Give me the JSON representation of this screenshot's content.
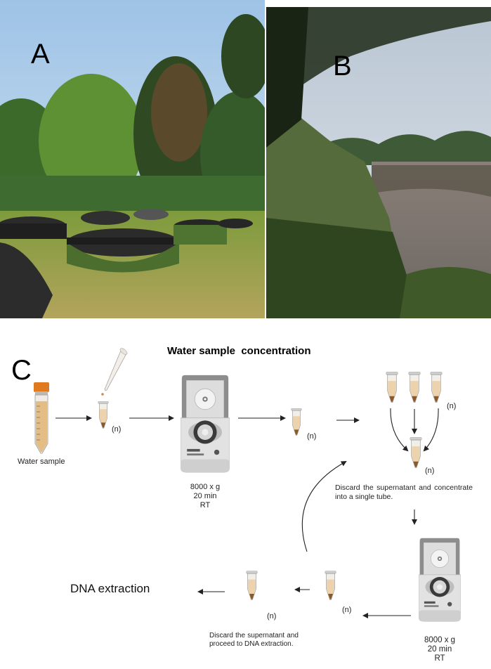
{
  "panels": {
    "a_label": "A",
    "b_label": "B",
    "c_label": "C"
  },
  "diagram": {
    "title": "Water sample  concentration",
    "water_sample_label": "Water sample",
    "n_label": "(n)",
    "centrifuge_1": {
      "speed": "8000 x g",
      "time": "20 min",
      "temp": "RT"
    },
    "centrifuge_2": {
      "speed": "8000 x g",
      "time": "20 min",
      "temp": "RT"
    },
    "step_concentrate": "Discard the supernatant and concentrate into a single tube.",
    "step_discard": "Discard the supernatant and proceed to DNA extraction.",
    "final_label": "DNA extraction"
  },
  "colors": {
    "tube_cap": "#e07a20",
    "sample_liquid": "#e8c79a",
    "pellet": "#8a5a2b",
    "arrow": "#222222",
    "centrifuge_body": "#dcdcdc",
    "centrifuge_lid": "#8d8d8d",
    "sky": "#a9c9e6",
    "foliage": "#3f6e2a",
    "grass": "#8fae52",
    "water": "#8f8780"
  },
  "icons": [
    "falcon-tube-icon",
    "pipette-icon",
    "microtube-icon",
    "centrifuge-icon"
  ]
}
